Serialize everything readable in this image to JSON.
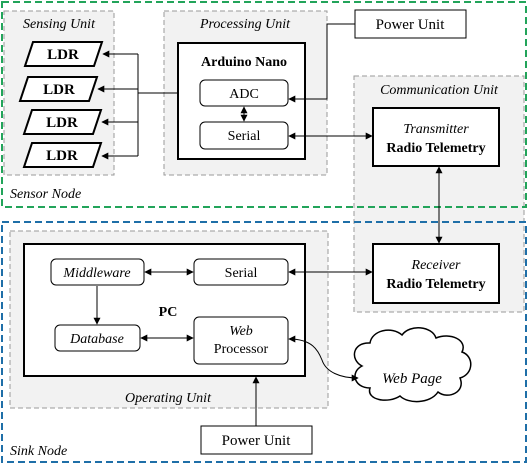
{
  "sensor_node": {
    "label": "Sensor Node"
  },
  "sensing_unit": {
    "label": "Sensing Unit",
    "sensors": [
      "LDR",
      "LDR",
      "LDR",
      "LDR"
    ]
  },
  "processing_unit": {
    "label": "Processing Unit",
    "board": "Arduino Nano",
    "adc": "ADC",
    "serial": "Serial"
  },
  "power_unit_top": {
    "label": "Power Unit"
  },
  "communication_unit": {
    "label": "Communication Unit",
    "transmitter": {
      "title": "Transmitter",
      "subtitle": "Radio Telemetry"
    },
    "receiver": {
      "title": "Receiver",
      "subtitle": "Radio Telemetry"
    }
  },
  "sink_node": {
    "label": "Sink Node"
  },
  "operating_unit": {
    "label": "Operating Unit",
    "pc": "PC",
    "middleware": "Middleware",
    "serial": "Serial",
    "database": "Database",
    "web_processor": [
      "Web",
      "Processor"
    ]
  },
  "web_page": {
    "label": "Web Page"
  },
  "power_unit_bottom": {
    "label": "Power Unit"
  },
  "colors": {
    "sensor_node_border": "#22a45a",
    "sink_node_border": "#1f6fa8",
    "unit_border": "#9a9a9a",
    "unit_fill": "#f2f2f2"
  }
}
